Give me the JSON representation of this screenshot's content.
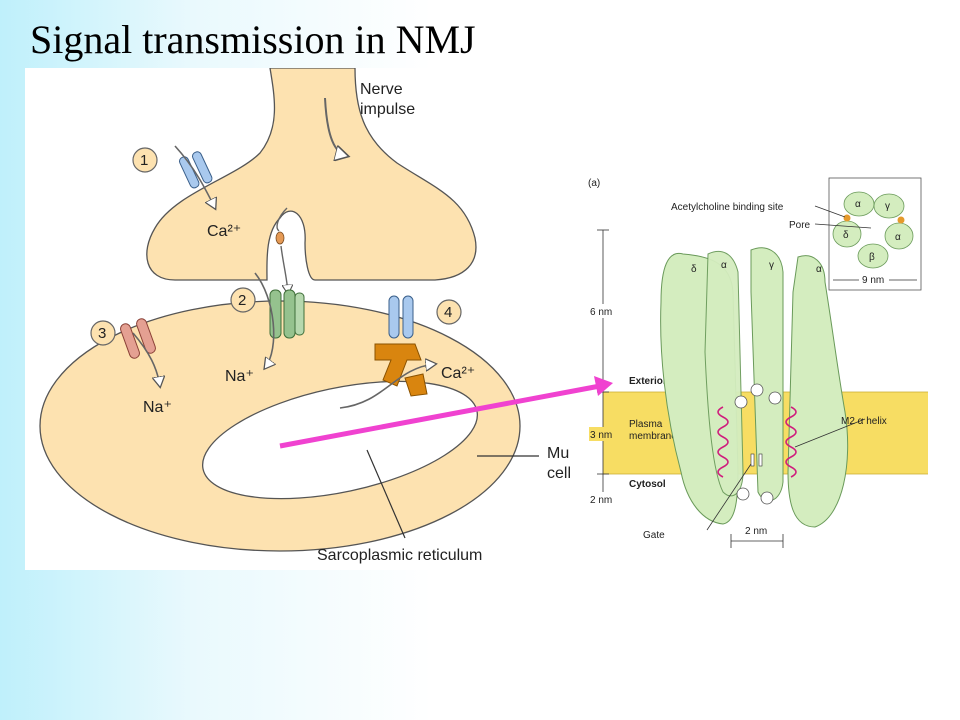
{
  "slide": {
    "title": "Signal transmission in NMJ"
  },
  "left_diagram": {
    "nerve_impulse_line1": "Nerve",
    "nerve_impulse_line2": "impulse",
    "step1": "1",
    "step2": "2",
    "step3": "3",
    "step4": "4",
    "ca_top": "Ca²⁺",
    "ca_right": "Ca²⁺",
    "na_mid": "Na⁺",
    "na_left": "Na⁺",
    "muscle_line1": "Mu",
    "muscle_line2": "cell",
    "sarcoplasmic": "Sarcoplasmic reticulum"
  },
  "right_diagram": {
    "panel_label": "(a)",
    "ach_site": "Acetylcholine binding site",
    "pore": "Pore",
    "inset_alpha1": "α",
    "inset_gamma": "γ",
    "inset_delta": "δ",
    "inset_alpha2": "α",
    "inset_beta": "β",
    "inset_scale": "9 nm",
    "sub_delta": "δ",
    "sub_alpha1": "α",
    "sub_gamma": "γ",
    "sub_alpha2": "α",
    "dim_6nm": "6 nm",
    "dim_3nm": "3 nm",
    "dim_2nm": "2 nm",
    "exterior": "Exterior",
    "plasma_line1": "Plasma",
    "plasma_line2": "membrane",
    "cytosol": "Cytosol",
    "m2_helix": "M2 α helix",
    "gate": "Gate",
    "width_2nm": "2 nm"
  },
  "colors": {
    "cell_fill": "#fde2b0",
    "membrane": "#f7dd63",
    "receptor_fill": "#d4edbf",
    "arrow": "#f042d0",
    "helix": "#cf1d7d"
  }
}
